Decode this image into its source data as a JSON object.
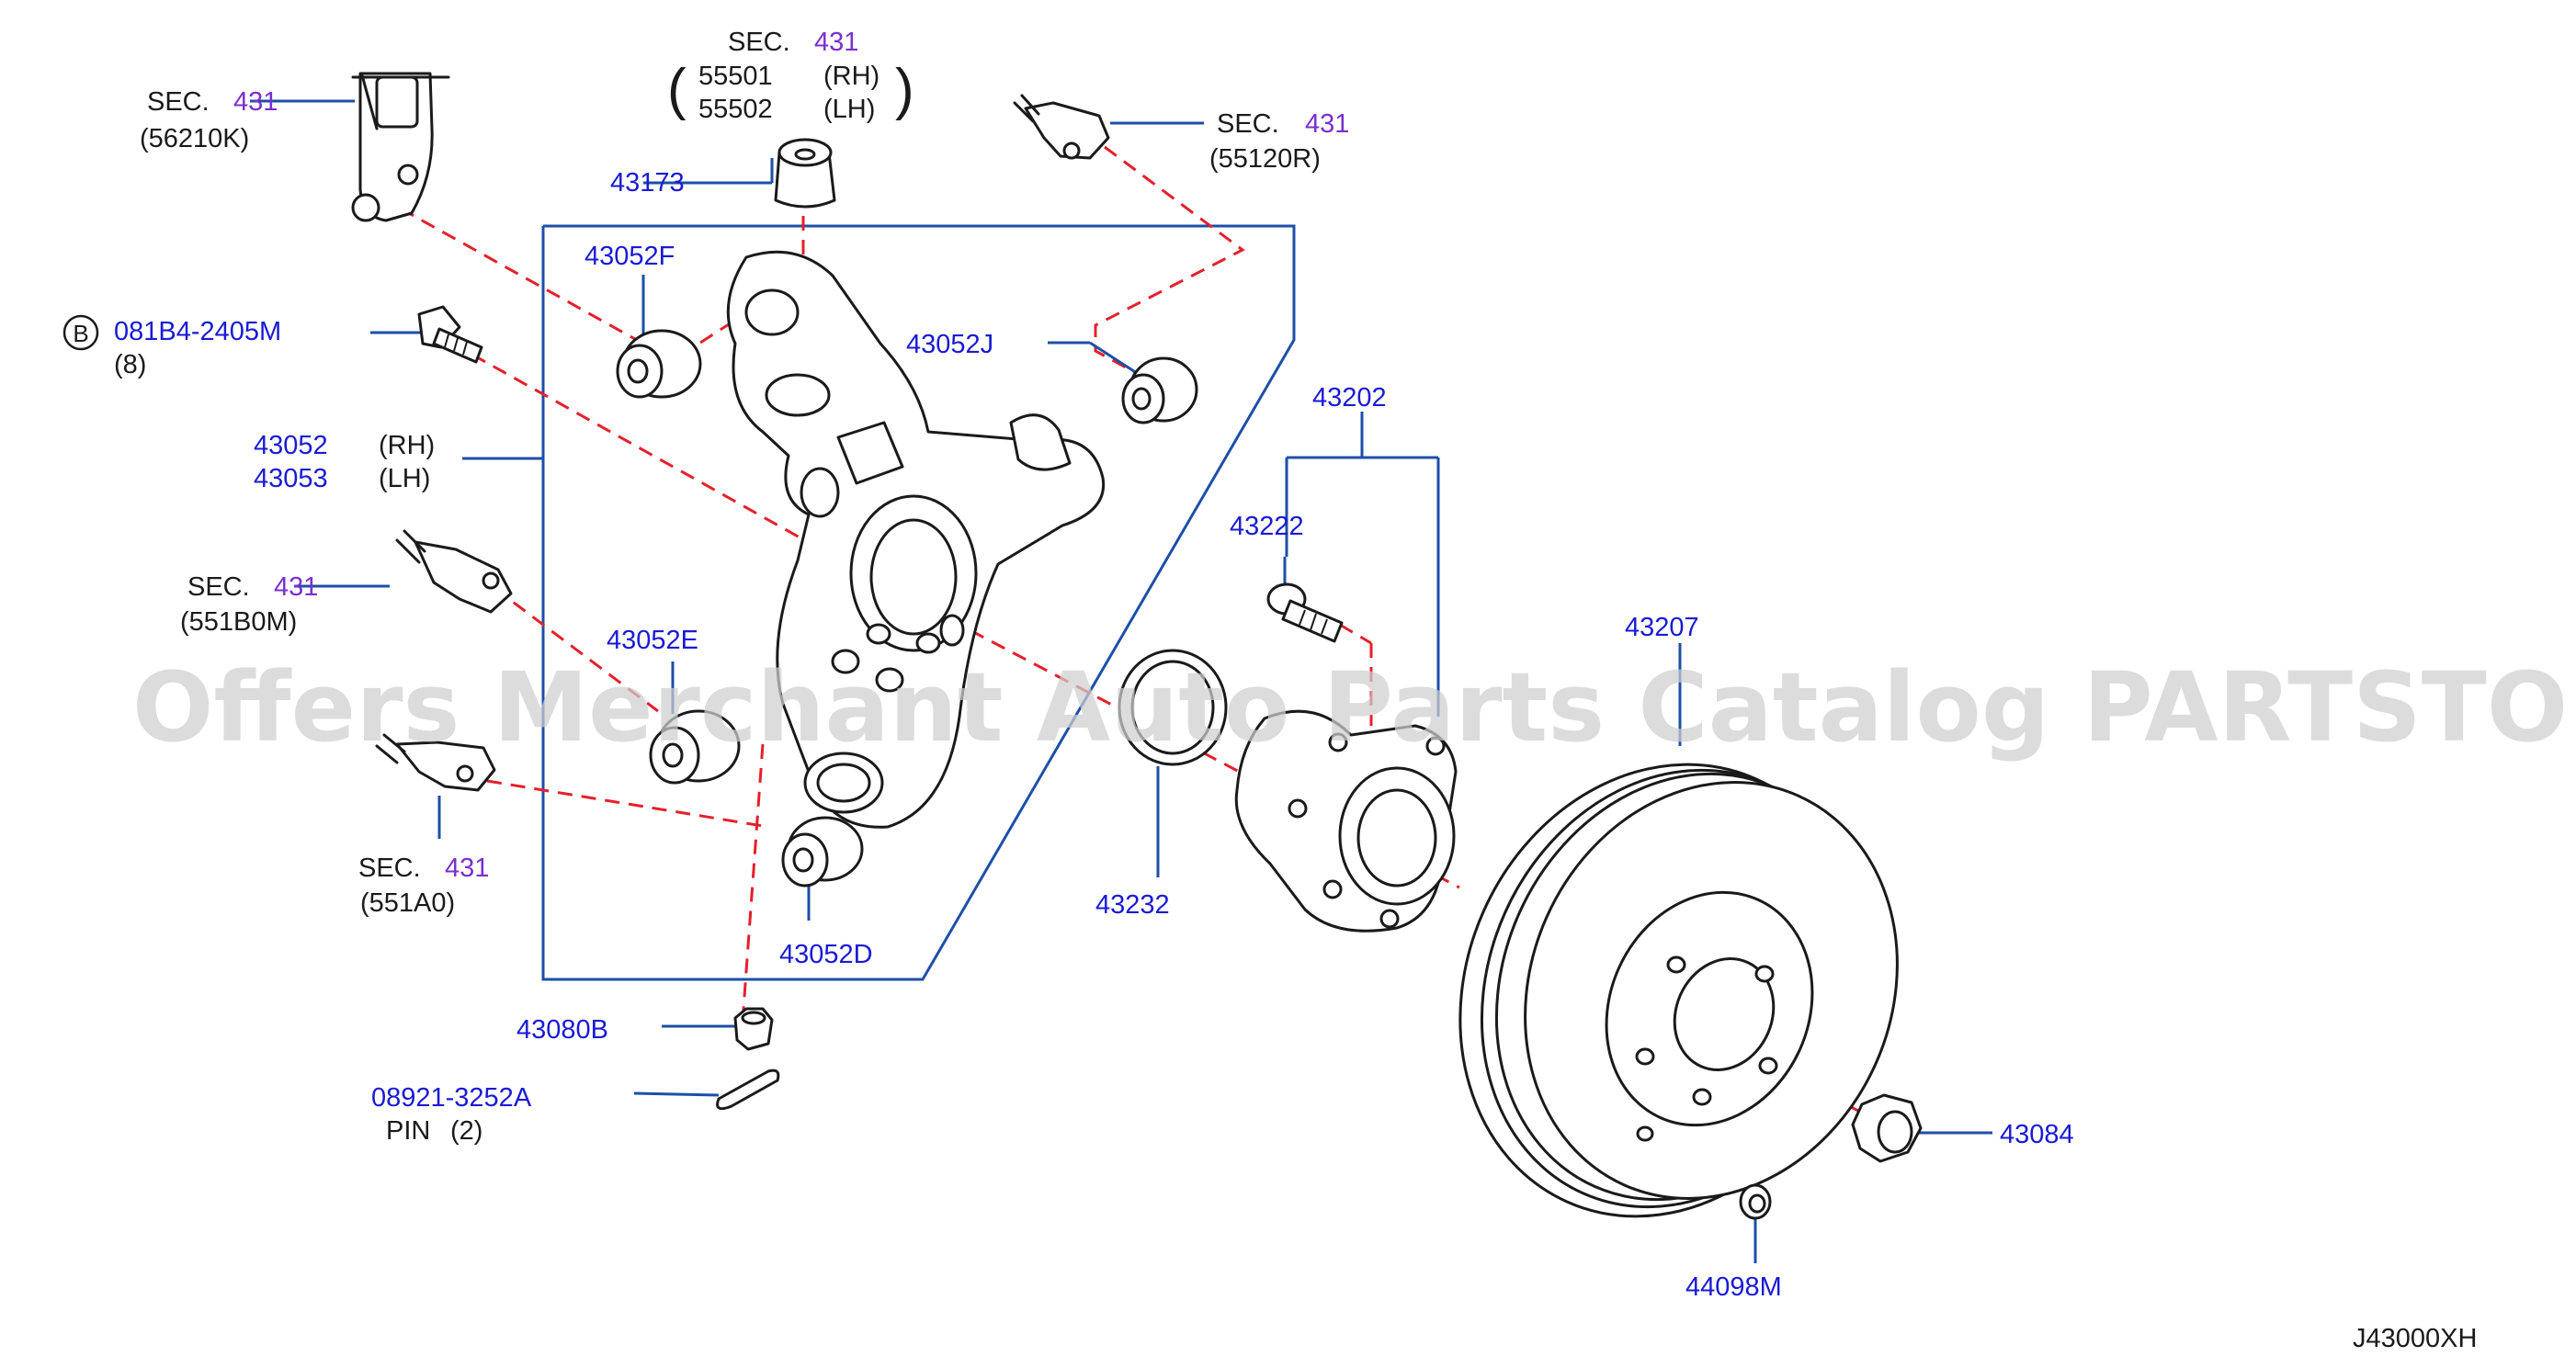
{
  "watermark": "Offers Merchant Auto Parts Catalog PARTSTORE.SA",
  "diagram_code": "J43000XH",
  "sec_prefix": "SEC.",
  "sec_number": "431",
  "refs": {
    "bushing_rh_lh_title_num": "431",
    "p55501": "55501",
    "p55502": "55502",
    "rh": "(RH)",
    "lh": "(LH)",
    "r56210K": "(56210K)",
    "r55120R": "(55120R)",
    "r551B0M": "(551B0M)",
    "r551A0": "(551A0)"
  },
  "parts": {
    "p43173": "43173",
    "p43052F": "43052F",
    "bolt_b": "B",
    "p081B4": "081B4-2405M",
    "qty8": "(8)",
    "p43052J": "43052J",
    "p43052": "43052",
    "p43053": "43053",
    "rh": "(RH)",
    "lh": "(LH)",
    "p43202": "43202",
    "p43222": "43222",
    "p43052E": "43052E",
    "p43207": "43207",
    "p43232": "43232",
    "p43052D": "43052D",
    "p43080B": "43080B",
    "p08921": "08921-3252A",
    "pin_label": "PIN",
    "pin_qty": "(2)",
    "p43084": "43084",
    "p44098M": "44098M"
  }
}
